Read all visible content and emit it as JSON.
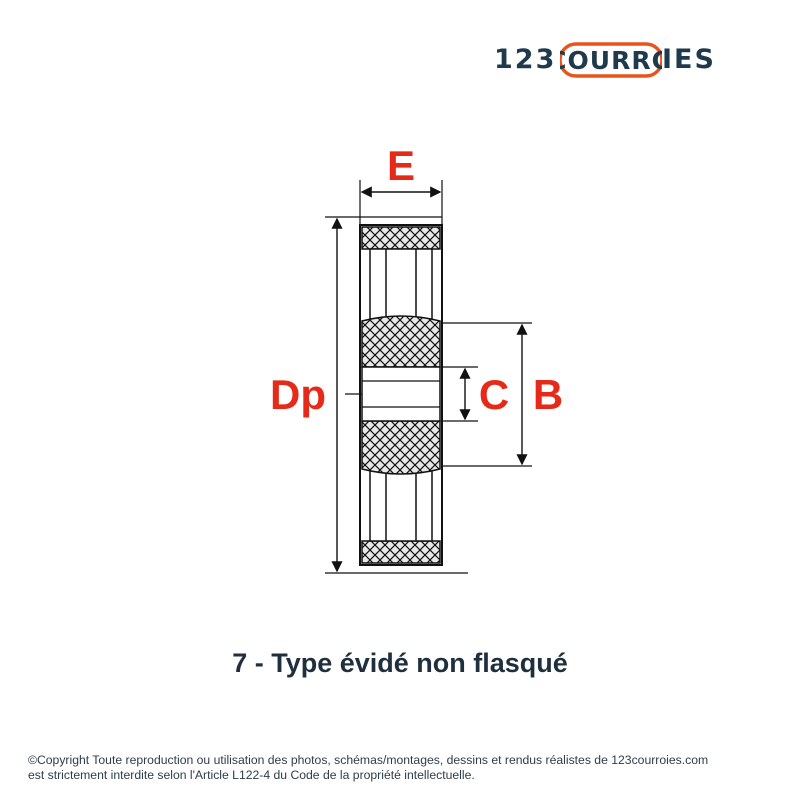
{
  "logo": {
    "left_text": "123",
    "middle_text": "COURRO",
    "right_text": "IES",
    "brand_color": "#1f3a4d",
    "accent_color": "#e8541c"
  },
  "diagram": {
    "labels": {
      "e": "E",
      "dp": "Dp",
      "c": "C",
      "b": "B"
    },
    "label_color": "#e52a1a",
    "line_color": "#111111"
  },
  "caption": "7 - Type évidé non flasqué",
  "copyright": {
    "line1": "©Copyright Toute reproduction ou utilisation des photos, schémas/montages, dessins et rendus réalistes de 123courroies.com",
    "line2": "est strictement interdite selon l'Article L122-4 du Code de la propriété intellectuelle."
  }
}
